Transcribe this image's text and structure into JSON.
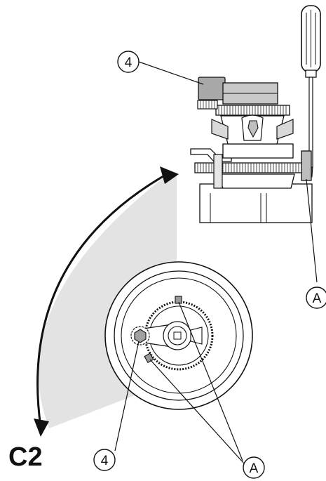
{
  "figure": {
    "label": "C2",
    "callouts": {
      "part_top": "4",
      "part_bottom": "4",
      "adjuster_right": "A",
      "adjusters_bottom": "A"
    }
  }
}
